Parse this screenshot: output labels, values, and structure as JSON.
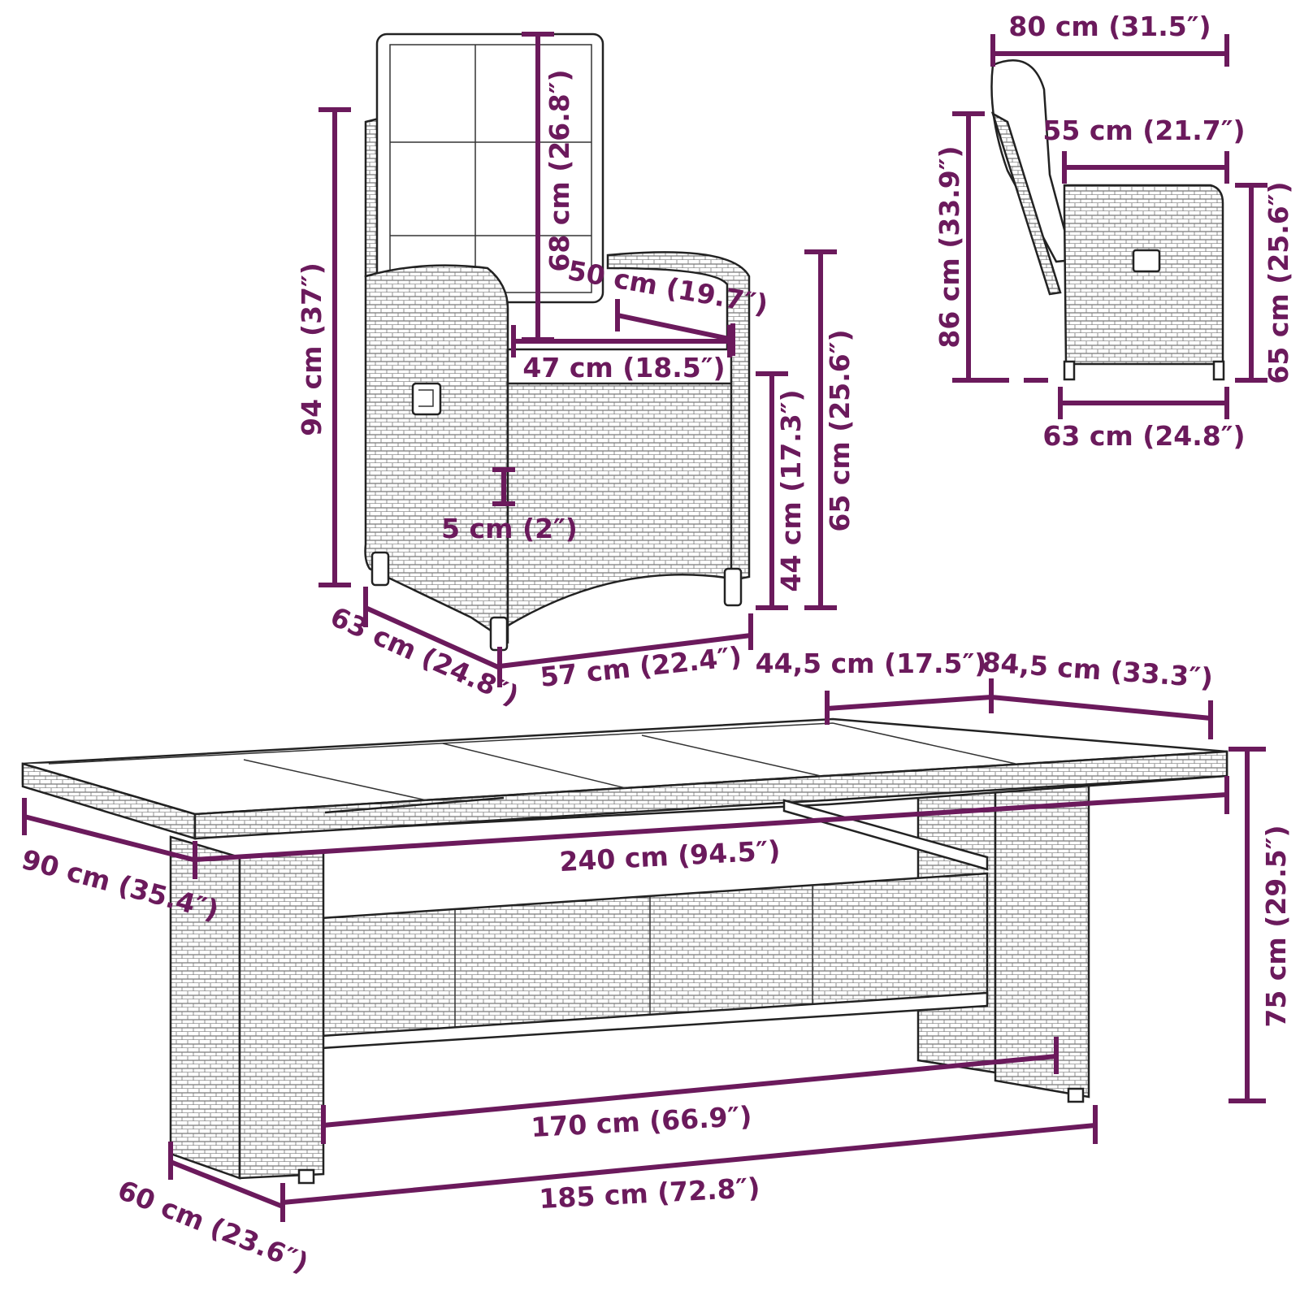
{
  "diagram": {
    "accent_color": "#6b1a5c",
    "dimensions": {
      "chair_height": "94 cm (37″)",
      "backrest_height": "68 cm (26.8″)",
      "armrest_height": "65 cm (25.6″)",
      "seat_height": "44 cm (17.3″)",
      "seat_width": "47 cm (18.5″)",
      "seat_depth": "50 cm (19.7″)",
      "seat_thickness": "5 cm (2″)",
      "chair_depth": "63 cm (24.8″)",
      "chair_width": "57 cm (22.4″)",
      "recline_length": "80 cm (31.5″)",
      "recline_seat_depth": "55 cm (21.7″)",
      "recline_height": "86 cm (33.9″)",
      "recline_armrest_height": "65 cm (25.6″)",
      "recline_base_depth": "63 cm (24.8″)",
      "glass_panel_width": "44,5 cm (17.5″)",
      "glass_panel_length": "84,5 cm (33.3″)",
      "table_length": "240 cm (94.5″)",
      "table_width": "90 cm (35.4″)",
      "table_height": "75 cm (29.5″)",
      "inner_leg_span": "170 cm (66.9″)",
      "base_length": "185 cm (72.8″)",
      "base_width": "60 cm (23.6″)"
    }
  }
}
